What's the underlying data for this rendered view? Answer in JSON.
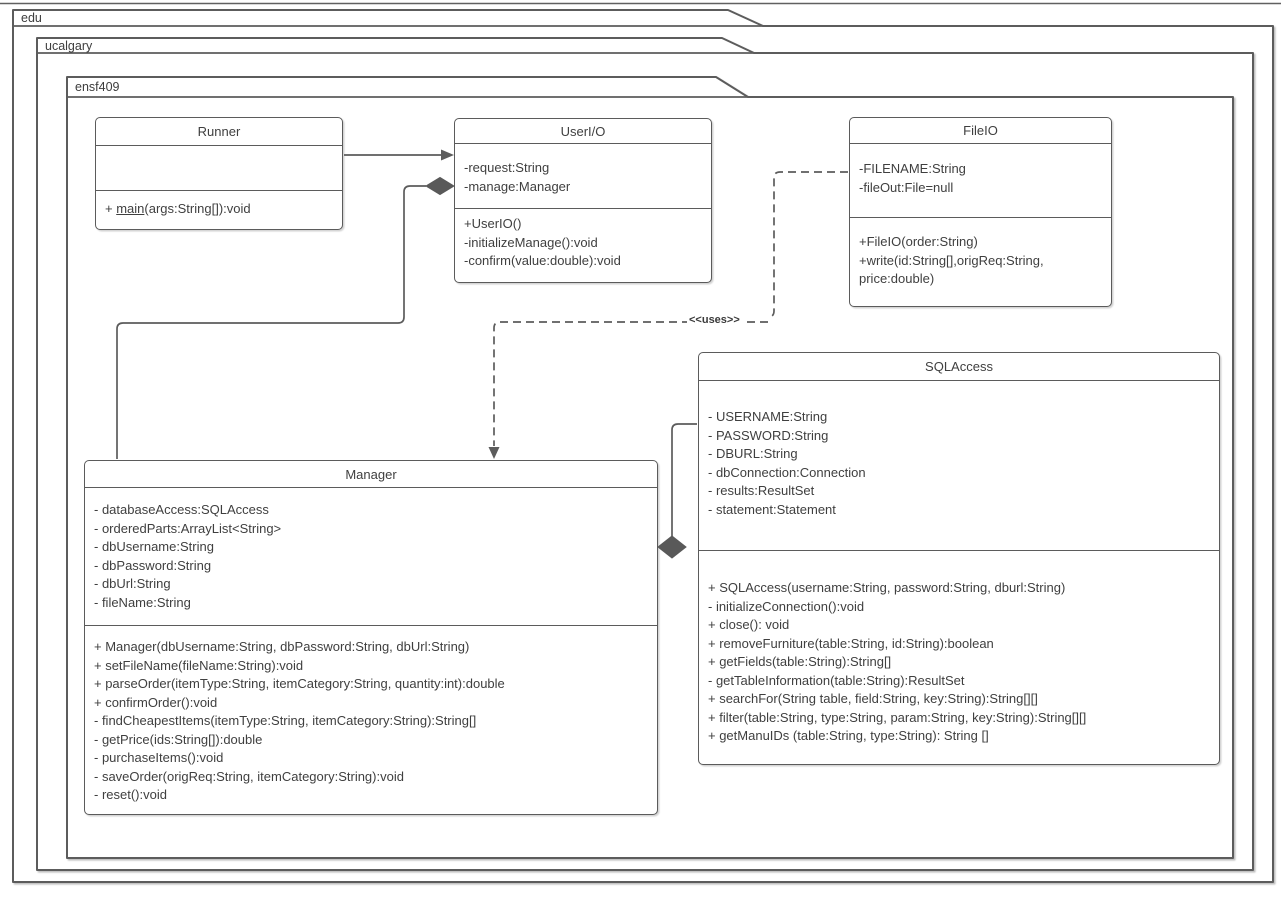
{
  "packages": [
    {
      "name": "edu"
    },
    {
      "name": "ucalgary"
    },
    {
      "name": "ensf409"
    }
  ],
  "classes": {
    "runner": {
      "name": "Runner",
      "attributes": [],
      "static_method": {
        "prefix": "+ ",
        "name": "main",
        "suffix": "(args:String[]):void"
      }
    },
    "userio": {
      "name": "UserI/O",
      "attributes": [
        "-request:String",
        "-manage:Manager"
      ],
      "methods": [
        "+UserIO()",
        "-initializeManage():void",
        "-confirm(value:double):void"
      ]
    },
    "fileio": {
      "name": "FileIO",
      "attributes": [
        "-FILENAME:String",
        "-fileOut:File=null"
      ],
      "methods": [
        "+FileIO(order:String)",
        "+write(id:String[],origReq:String,",
        "price:double)"
      ]
    },
    "manager": {
      "name": "Manager",
      "attributes": [
        "- databaseAccess:SQLAccess",
        "- orderedParts:ArrayList<String>",
        "- dbUsername:String",
        "- dbPassword:String",
        "- dbUrl:String",
        "- fileName:String"
      ],
      "methods": [
        "+ Manager(dbUsername:String, dbPassword:String, dbUrl:String)",
        "+ setFileName(fileName:String):void",
        "+ parseOrder(itemType:String, itemCategory:String, quantity:int):double",
        "+ confirmOrder():void",
        "- findCheapestItems(itemType:String, itemCategory:String):String[]",
        "- getPrice(ids:String[]):double",
        "- purchaseItems():void",
        "- saveOrder(origReq:String, itemCategory:String):void",
        "- reset():void"
      ]
    },
    "sqlaccess": {
      "name": "SQLAccess",
      "attributes": [
        "- USERNAME:String",
        "- PASSWORD:String",
        "- DBURL:String",
        "- dbConnection:Connection",
        "- results:ResultSet",
        "- statement:Statement"
      ],
      "methods": [
        "+ SQLAccess(username:String, password:String, dburl:String)",
        "- initializeConnection():void",
        "+ close(): void",
        "+ removeFurniture(table:String, id:String):boolean",
        "+ getFields(table:String):String[]",
        "- getTableInformation(table:String):ResultSet",
        "+ searchFor(String table, field:String, key:String):String[][]",
        "+ filter(table:String, type:String, param:String, key:String):String[][]",
        "+ getManuIDs (table:String, type:String): String []"
      ]
    }
  },
  "connectors": {
    "uses_label": "<<uses>>"
  },
  "colors": {
    "line": "#5c5c5c",
    "box_border": "#5b5b5b",
    "text": "#3f3f3f",
    "background": "#ffffff"
  }
}
